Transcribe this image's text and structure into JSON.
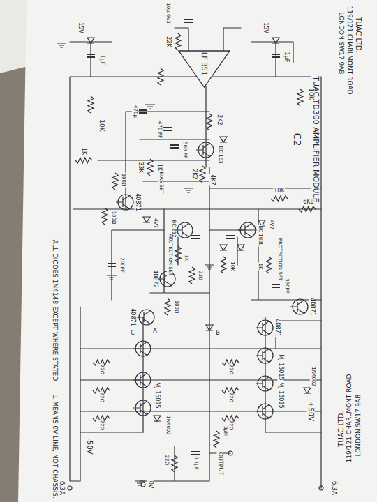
{
  "diagram": {
    "title": "TUAC TD300 AMPLIFIER MODULE",
    "nodes": [
      {
        "text": [
          "LF 351"
        ]
      }
    ],
    "labels": [
      "C2",
      "TUAC LTD.",
      "119/121 CHARLMONT ROAD",
      "LONDON SW17 9AB",
      "TUAC LTD.",
      "119/121 CHARLMONT ROAD",
      "LONDON SW17 9AB",
      "ALL DIODES 1N4148 EXCEPT WHERE STATED",
      "⊥ MEANS 0V LINE, NOT CHASSIS.",
      "+50V",
      "6.3A",
      "-50V",
      "6.3A",
      "15V",
      "1µF",
      "15V",
      "1µF",
      "10K",
      "10K",
      "10µ 6V3",
      "22K",
      "470µ",
      "470 PF",
      "560 PF",
      "2K2",
      "BC 183",
      "4K7",
      "1K",
      "33K",
      "BIAS SET",
      "1K",
      "2K2",
      "10K",
      "6K8",
      "40871",
      "100Ω",
      "100Ω",
      "BC 212L",
      "BC 182L",
      "4V7",
      "4V7",
      "PROTECTION SET",
      "1K",
      "330",
      "10K",
      "PROTECTION SET",
      "1K",
      "330PF",
      "200PF",
      "40872",
      "180Ω",
      "40871",
      "40871",
      "40871",
      "A",
      "B",
      "C",
      "22Ω",
      "22Ω",
      "22Ω",
      "22Ω",
      "22Ω",
      "22Ω",
      "MJ 15015",
      "MJ 15015",
      "MJ 15015",
      "1N4002",
      "1N4002",
      "3µH",
      "OUTPUT",
      "22Ω",
      "0.1µF",
      "0V"
    ]
  }
}
